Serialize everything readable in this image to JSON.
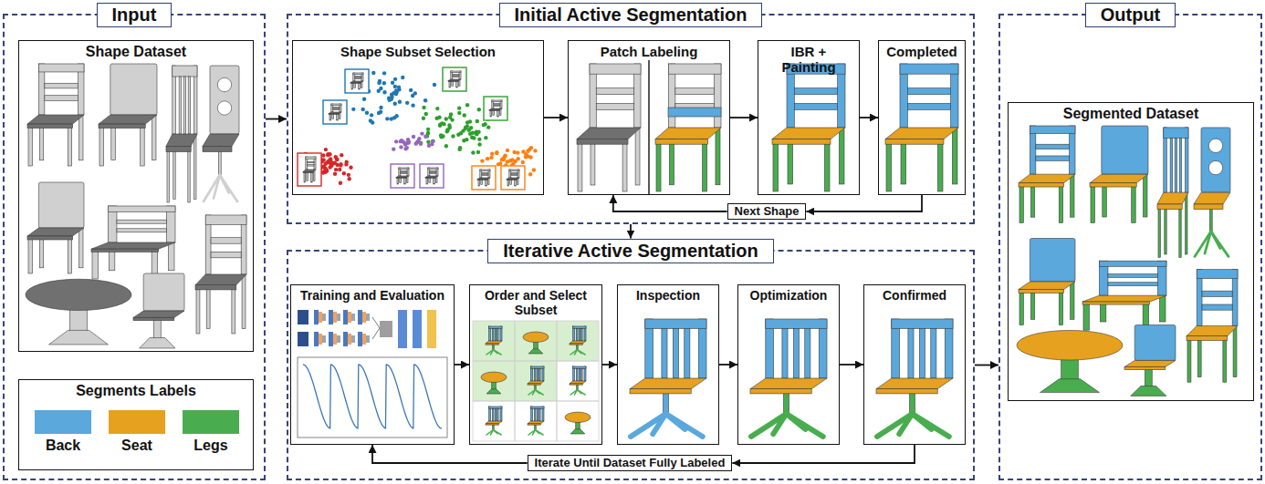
{
  "diagram": {
    "nodes": [
      {
        "text": [
          "Input"
        ]
      },
      {
        "text": [
          "Shape Dataset"
        ],
        "in": 0
      },
      {
        "text": [
          "Segments Labels"
        ],
        "in": 0
      },
      {
        "text": [
          "Initial Active Segmentation"
        ]
      },
      {
        "text": [
          "Shape Subset Selection"
        ],
        "in": 3
      },
      {
        "text": [
          "Patch Labeling"
        ],
        "in": 3
      },
      {
        "text": [
          "IBR + Painting"
        ],
        "in": 3
      },
      {
        "text": [
          "Completed"
        ],
        "in": 3
      },
      {
        "text": [
          "Next Shape"
        ],
        "in": 3
      },
      {
        "text": [
          "Iterative Active Segmentation"
        ]
      },
      {
        "text": [
          "Training and Evaluation"
        ],
        "in": 9
      },
      {
        "text": [
          "Order and Select Subset"
        ],
        "in": 9
      },
      {
        "text": [
          "Inspection"
        ],
        "in": 9
      },
      {
        "text": [
          "Optimization"
        ],
        "in": 9
      },
      {
        "text": [
          "Confirmed"
        ],
        "in": 9
      },
      {
        "text": [
          "Iterate Until Dataset Fully Labeled"
        ],
        "in": 9
      },
      {
        "text": [
          "Output"
        ]
      },
      {
        "text": [
          "Segmented Dataset"
        ],
        "in": 16
      }
    ],
    "edges": [
      {
        "from": 0,
        "to": 3,
        "arrow": "to"
      },
      {
        "from": 3,
        "to": 9,
        "arrow": "to"
      },
      {
        "from": 9,
        "to": 16,
        "arrow": "to"
      },
      {
        "from": 4,
        "to": 5,
        "arrow": "to"
      },
      {
        "from": 5,
        "to": 6,
        "arrow": "to"
      },
      {
        "from": 6,
        "to": 7,
        "arrow": "to"
      },
      {
        "from": 7,
        "to": 8,
        "arrow": "to"
      },
      {
        "from": 8,
        "to": 5,
        "arrow": "to"
      },
      {
        "from": 10,
        "to": 11,
        "arrow": "to"
      },
      {
        "from": 11,
        "to": 12,
        "arrow": "to"
      },
      {
        "from": 12,
        "to": 13,
        "arrow": "to"
      },
      {
        "from": 13,
        "to": 14,
        "arrow": "to"
      },
      {
        "from": 14,
        "to": 15,
        "arrow": "to"
      },
      {
        "from": 15,
        "to": 10,
        "arrow": "to"
      }
    ],
    "legend": [
      {
        "text": "Back",
        "color": "#5aa8dc"
      },
      {
        "text": "Seat",
        "color": "#e6a11e"
      },
      {
        "text": "Legs",
        "color": "#49ad4f"
      }
    ]
  }
}
